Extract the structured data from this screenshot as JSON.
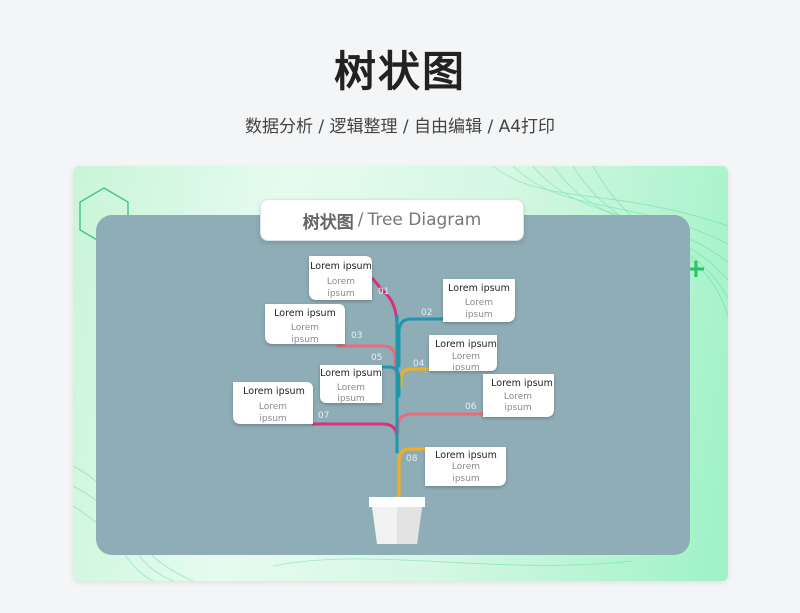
{
  "page": {
    "title": "树状图",
    "subtitle": "数据分析 / 逻辑整理 / 自由编辑 / A4打印"
  },
  "diagram": {
    "header_main": "树状图",
    "header_sep": "/",
    "header_sub": "Tree Diagram",
    "colors": {
      "panel": "#8fadb6",
      "card": "#ffffff",
      "branch_pink": "#d6317f",
      "branch_teal": "#1e97ad",
      "branch_salmon": "#e96c7a",
      "branch_yellow": "#f2b01e"
    },
    "cards": [
      {
        "id": "01",
        "title": "Lorem ipsum",
        "line1": "Lorem",
        "line2": "ipsum"
      },
      {
        "id": "02",
        "title": "Lorem ipsum",
        "line1": "Lorem",
        "line2": "ipsum"
      },
      {
        "id": "03",
        "title": "Lorem ipsum",
        "line1": "Lorem",
        "line2": "ipsum"
      },
      {
        "id": "04",
        "title": "Lorem  ipsum",
        "line1": "Lorem",
        "line2": "ipsum"
      },
      {
        "id": "05",
        "title": "Lorem  ipsum",
        "line1": "Lorem",
        "line2": "ipsum"
      },
      {
        "id": "06",
        "title": "Lorem  ipsum",
        "line1": "Lorem",
        "line2": "ipsum"
      },
      {
        "id": "07",
        "title": "Lorem ipsum",
        "line1": "Lorem",
        "line2": "ipsum"
      },
      {
        "id": "08",
        "title": "Lorem ipsum",
        "line1": "Lorem",
        "line2": "ipsum"
      }
    ]
  },
  "icons": [
    "hexagon-outline-icon",
    "plus-icon",
    "flower-pot-icon"
  ]
}
